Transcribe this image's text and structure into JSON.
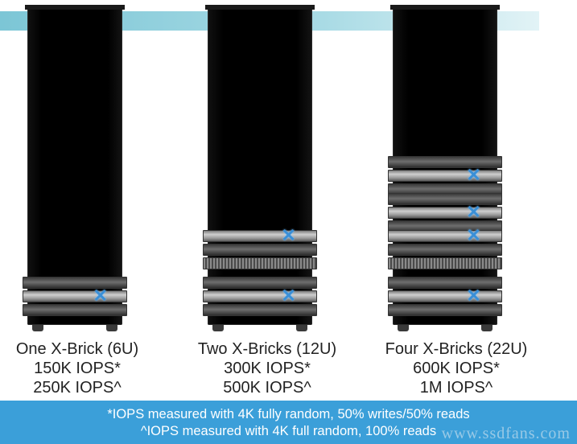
{
  "configs": [
    {
      "title": "One X-Brick (6U)",
      "iops_a": "150K IOPS*",
      "iops_b": "250K IOPS^"
    },
    {
      "title": "Two X-Bricks (12U)",
      "iops_a": "300K IOPS*",
      "iops_b": "500K IOPS^"
    },
    {
      "title": "Four X-Bricks (22U)",
      "iops_a": "600K IOPS*",
      "iops_b": "1M IOPS^"
    }
  ],
  "footnotes": {
    "line1": "*IOPS measured with 4K fully random, 50% writes/50% reads",
    "line2": "^IOPS measured with 4K full random, 100% reads"
  },
  "watermark": "www.ssdfans.com",
  "colors": {
    "banner": "#7cc6d6",
    "footer": "#3b9fd9",
    "brand_x": "#3a8fd6"
  }
}
